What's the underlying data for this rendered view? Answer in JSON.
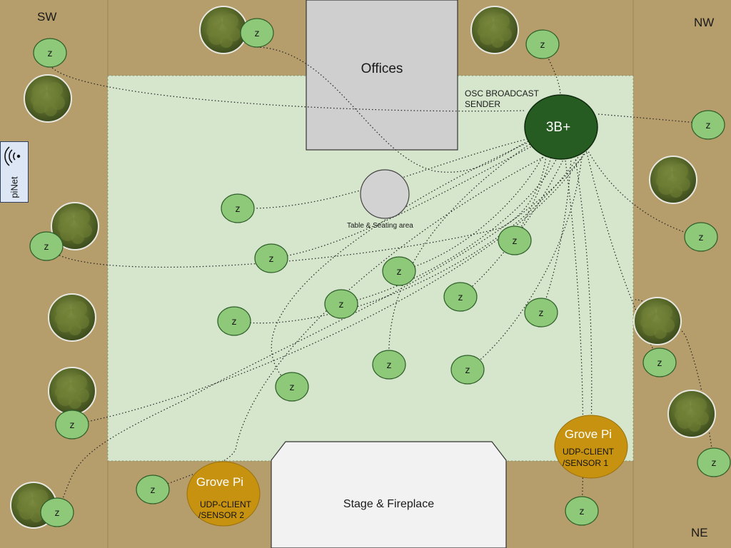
{
  "labels": {
    "sw": "SW",
    "nw": "NW",
    "ne": "NE",
    "offices": "Offices",
    "osc_line1": "OSC BROADCAST",
    "osc_line2": "SENDER",
    "hub": "3B+",
    "table": "Table & Seating  area",
    "stage": "Stage & Fireplace",
    "pinet": "piNet",
    "grove1_title": "Grove Pi",
    "grove1_line1": "UDP-CLIENT",
    "grove1_line2": "/SENSOR 1",
    "grove2_title": "Grove Pi",
    "grove2_line1": "UDP-CLIENT",
    "grove2_line2": "/SENSOR 2",
    "node": "Z"
  },
  "colors": {
    "ground": "#b69d6c",
    "lawn": "#d5e6cc",
    "node_fill": "#8ec97a",
    "hub_fill": "#265c22",
    "grove_fill": "#c79210",
    "offices_fill": "#cfcfcf",
    "stage_fill": "#f2f2f2"
  }
}
